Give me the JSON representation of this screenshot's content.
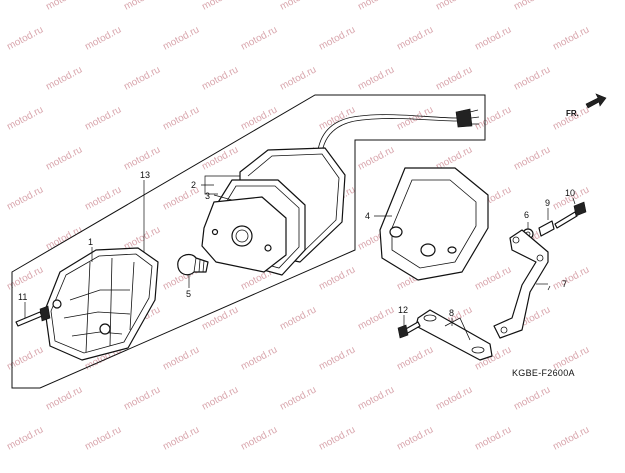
{
  "diagram": {
    "diagram_code": "KGBE-F2600A",
    "direction_label": "FR.",
    "watermark_text": "motod.ru",
    "callouts": [
      {
        "id": "1",
        "label": "1"
      },
      {
        "id": "2",
        "label": "2"
      },
      {
        "id": "3",
        "label": "3"
      },
      {
        "id": "4",
        "label": "4"
      },
      {
        "id": "5",
        "label": "5"
      },
      {
        "id": "6",
        "label": "6"
      },
      {
        "id": "7",
        "label": "7"
      },
      {
        "id": "8",
        "label": "8"
      },
      {
        "id": "9",
        "label": "9"
      },
      {
        "id": "10",
        "label": "10"
      },
      {
        "id": "11",
        "label": "11"
      },
      {
        "id": "12",
        "label": "12"
      },
      {
        "id": "13",
        "label": "13"
      }
    ]
  },
  "colors": {
    "line": "#111111",
    "watermark": "#d9a6ad",
    "background": "#ffffff"
  }
}
